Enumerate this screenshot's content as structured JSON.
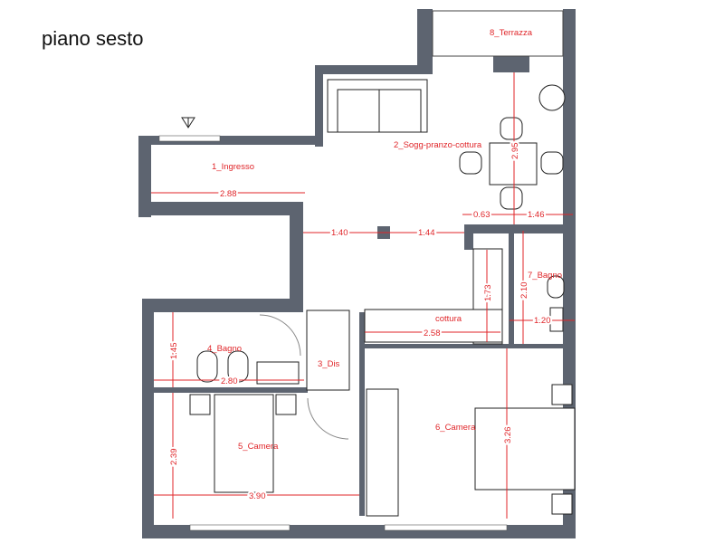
{
  "title": "piano sesto",
  "rooms": {
    "ingresso": "1_Ingresso",
    "soggiorno": "2_Sogg-pranzo-cottura",
    "dis": "3_Dis",
    "bagno4": "4_Bagno",
    "camera5": "5_Camera",
    "camera6": "6_Camera",
    "bagno7": "7_Bagno",
    "terrazza": "8_Terrazza",
    "cottura": "cottura"
  },
  "dimensions": {
    "ingresso_width": "2.88",
    "living_height": "2.95",
    "dining_left": "0.63",
    "dining_right": "1.46",
    "hall_left": "1.40",
    "hall_right": "1.44",
    "cottura_height": "1.73",
    "cottura_width": "2.58",
    "bagno7_height": "2.10",
    "bagno7_width": "1.20",
    "bagno4_height": "1.45",
    "bagno4_width": "2.80",
    "camera5_height": "2.39",
    "camera5_width": "3.90",
    "camera6_height": "3.26"
  },
  "colors": {
    "wall": "#5d6470",
    "label": "#e0262a"
  }
}
